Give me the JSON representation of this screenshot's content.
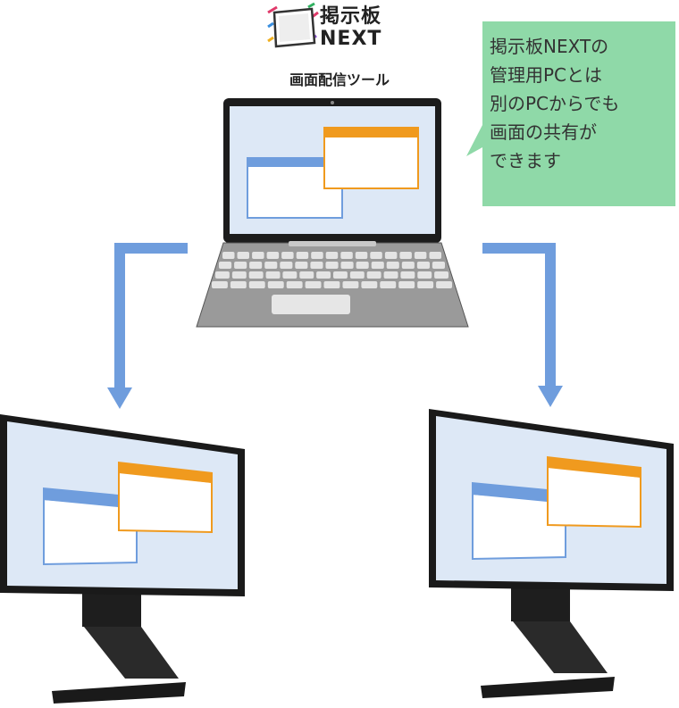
{
  "logo": {
    "line1": "掲示板",
    "line2": "NEXT"
  },
  "tool_title": "画面配信ツール",
  "bubble": {
    "lines": [
      "掲示板NEXTの",
      "管理用PCとは",
      "別のPCからでも",
      "画面の共有が",
      "できます"
    ]
  },
  "colors": {
    "screen": "#dde8f6",
    "window_blue": "#6f9ddd",
    "window_orange": "#f09a1e",
    "arrow": "#6f9ddd",
    "bubble": "#8fd9a8",
    "laptop_body": "#9a9a9a",
    "monitor_stand": "#222222"
  }
}
